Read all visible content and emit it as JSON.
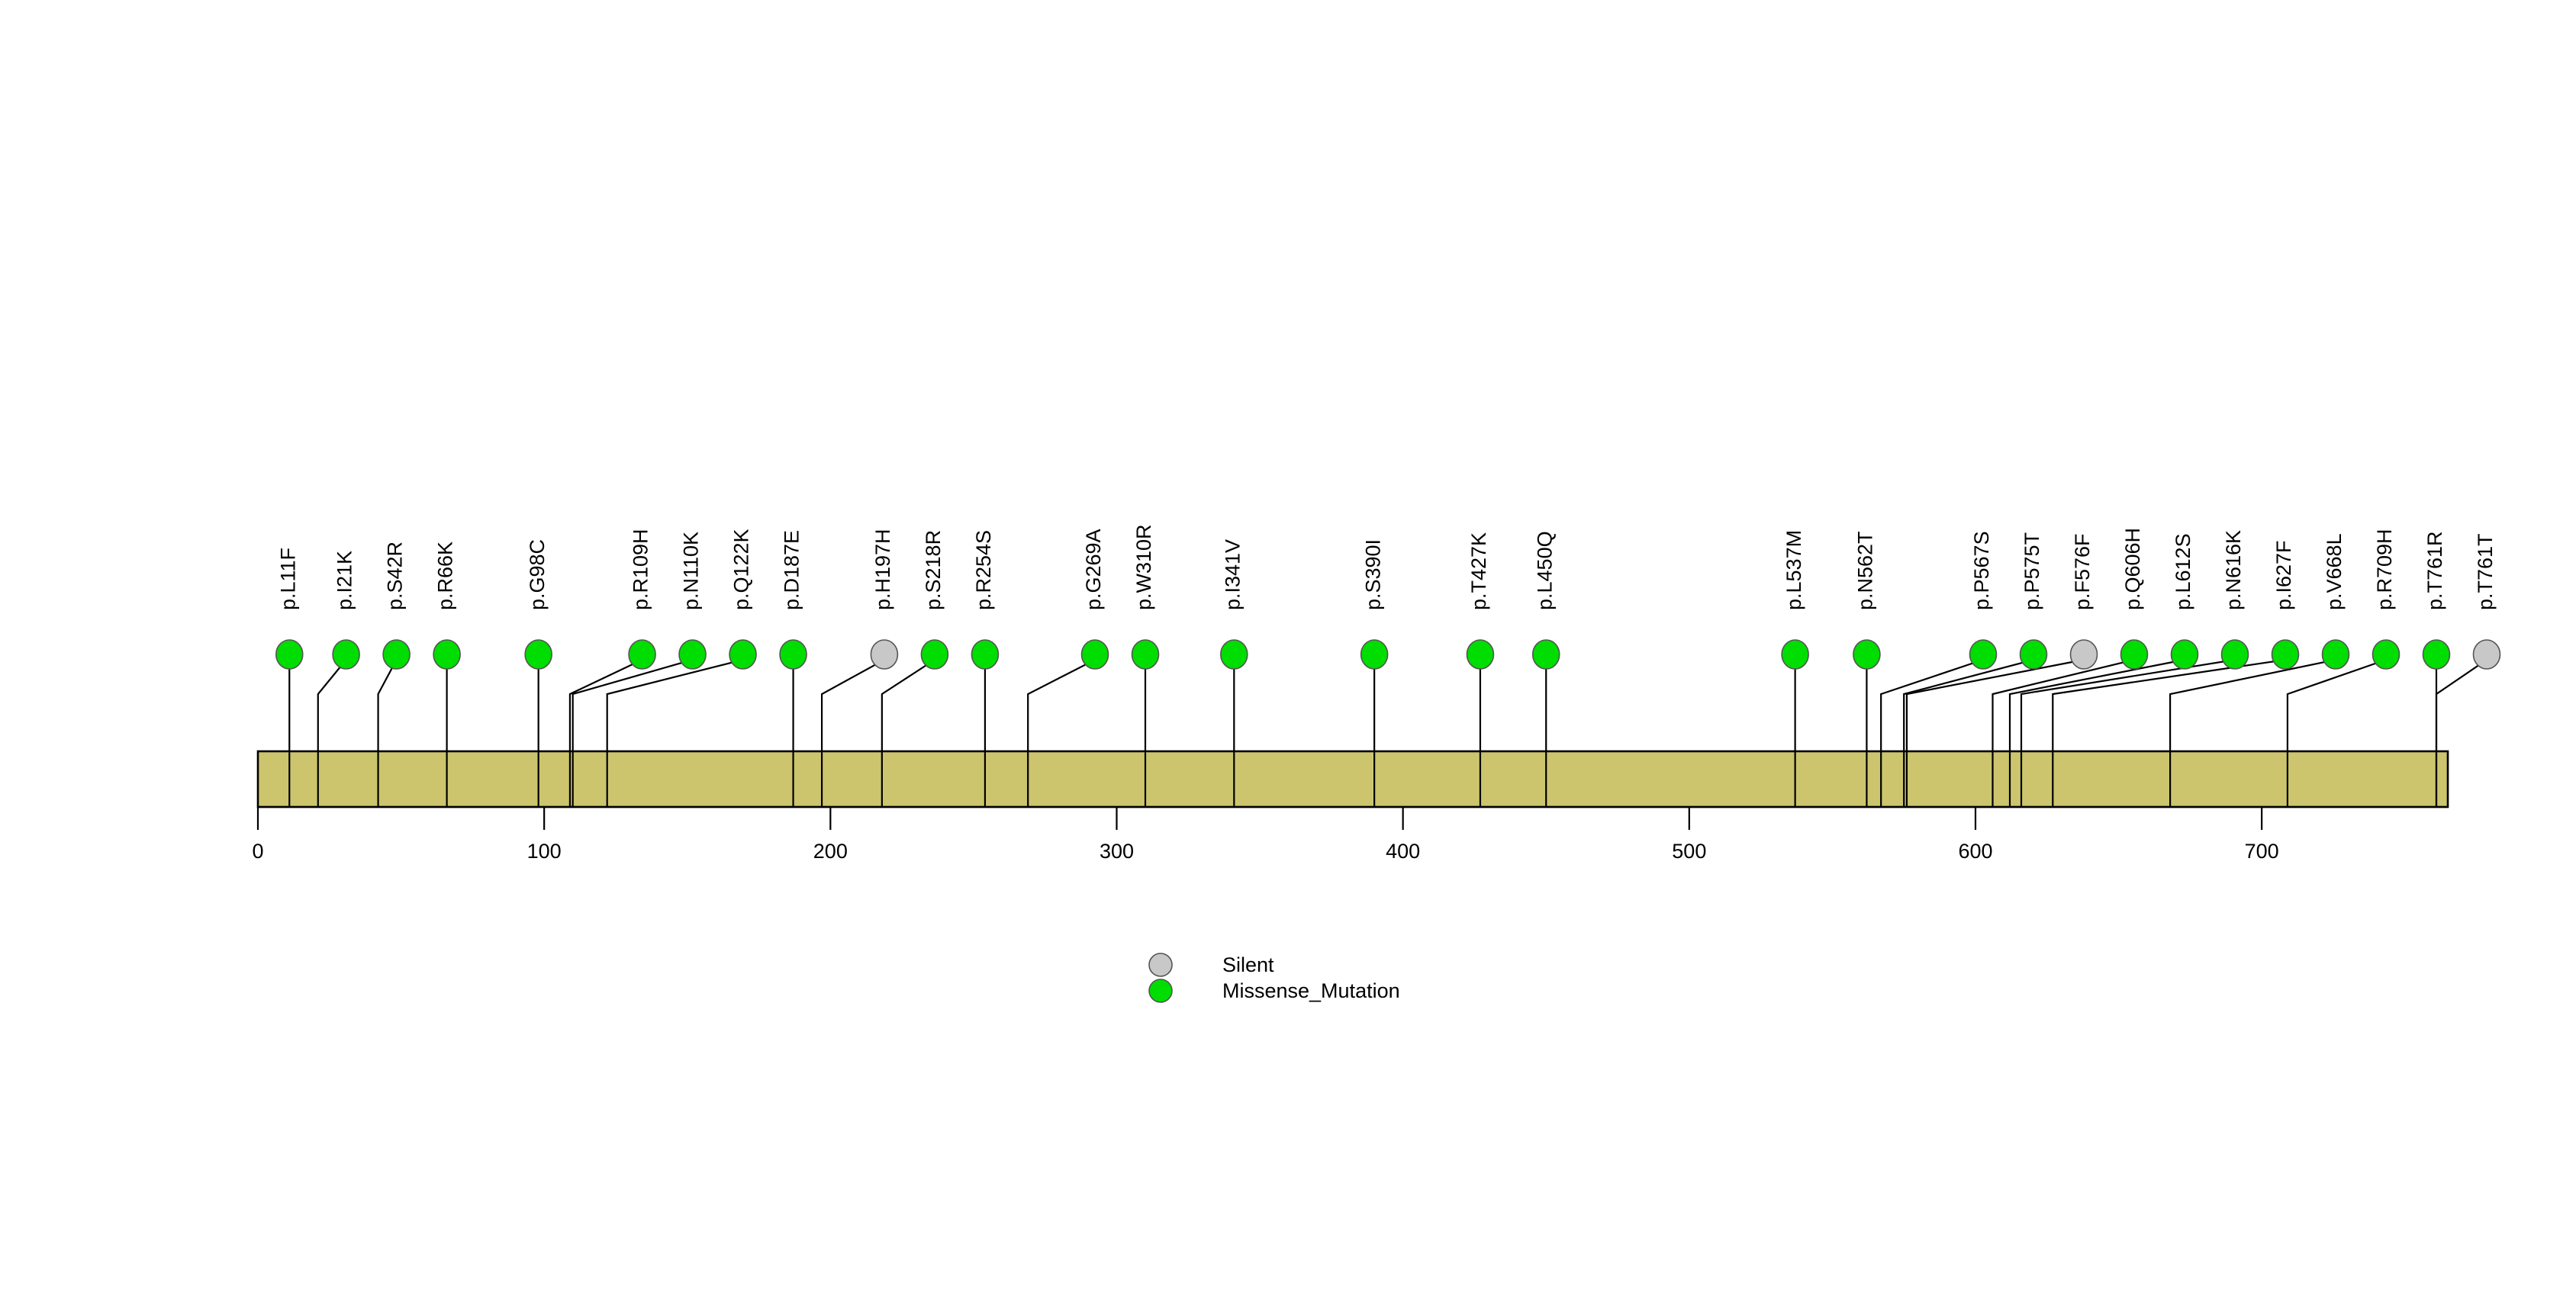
{
  "chart_data": {
    "type": "lollipop",
    "title": "",
    "subtitle": "",
    "xlabel": "",
    "ylabel": "",
    "xlim": [
      0,
      765
    ],
    "grid": false,
    "protein_length": 765,
    "axis": {
      "ticks": [
        0,
        100,
        200,
        300,
        400,
        500,
        600,
        700
      ],
      "tick_labels": [
        "0",
        "100",
        "200",
        "300",
        "400",
        "500",
        "600",
        "700"
      ]
    },
    "domain_bar": {
      "start": 0,
      "end": 765,
      "color": "#CCC56E",
      "border_color": "#000000"
    },
    "legend": {
      "position": "bottom-center",
      "entries": [
        {
          "label": "Silent",
          "color": "#C8C8C8"
        },
        {
          "label": "Missense_Mutation",
          "color": "#00DD00"
        }
      ]
    },
    "categories": [
      "Silent",
      "Missense_Mutation"
    ],
    "colors": {
      "Silent": "#C8C8C8",
      "Missense_Mutation": "#00DD00"
    },
    "mutations": [
      {
        "label": "p.L11F",
        "position": 11,
        "type": "Missense_Mutation",
        "color": "#00DD00",
        "count": 1
      },
      {
        "label": "p.I21K",
        "position": 21,
        "type": "Missense_Mutation",
        "color": "#00DD00",
        "count": 1
      },
      {
        "label": "p.S42R",
        "position": 42,
        "type": "Missense_Mutation",
        "color": "#00DD00",
        "count": 1
      },
      {
        "label": "p.R66K",
        "position": 66,
        "type": "Missense_Mutation",
        "color": "#00DD00",
        "count": 1
      },
      {
        "label": "p.G98C",
        "position": 98,
        "type": "Missense_Mutation",
        "color": "#00DD00",
        "count": 1
      },
      {
        "label": "p.R109H",
        "position": 109,
        "type": "Missense_Mutation",
        "color": "#00DD00",
        "count": 1
      },
      {
        "label": "p.N110K",
        "position": 110,
        "type": "Missense_Mutation",
        "color": "#00DD00",
        "count": 1
      },
      {
        "label": "p.Q122K",
        "position": 122,
        "type": "Missense_Mutation",
        "color": "#00DD00",
        "count": 1
      },
      {
        "label": "p.D187E",
        "position": 187,
        "type": "Missense_Mutation",
        "color": "#00DD00",
        "count": 1
      },
      {
        "label": "p.H197H",
        "position": 197,
        "type": "Silent",
        "color": "#C8C8C8",
        "count": 1
      },
      {
        "label": "p.S218R",
        "position": 218,
        "type": "Missense_Mutation",
        "color": "#00DD00",
        "count": 1
      },
      {
        "label": "p.R254S",
        "position": 254,
        "type": "Missense_Mutation",
        "color": "#00DD00",
        "count": 1
      },
      {
        "label": "p.G269A",
        "position": 269,
        "type": "Missense_Mutation",
        "color": "#00DD00",
        "count": 1
      },
      {
        "label": "p.W310R",
        "position": 310,
        "type": "Missense_Mutation",
        "color": "#00DD00",
        "count": 1
      },
      {
        "label": "p.I341V",
        "position": 341,
        "type": "Missense_Mutation",
        "color": "#00DD00",
        "count": 1
      },
      {
        "label": "p.S390I",
        "position": 390,
        "type": "Missense_Mutation",
        "color": "#00DD00",
        "count": 1
      },
      {
        "label": "p.T427K",
        "position": 427,
        "type": "Missense_Mutation",
        "color": "#00DD00",
        "count": 1
      },
      {
        "label": "p.L450Q",
        "position": 450,
        "type": "Missense_Mutation",
        "color": "#00DD00",
        "count": 1
      },
      {
        "label": "p.L537M",
        "position": 537,
        "type": "Missense_Mutation",
        "color": "#00DD00",
        "count": 1
      },
      {
        "label": "p.N562T",
        "position": 562,
        "type": "Missense_Mutation",
        "color": "#00DD00",
        "count": 1
      },
      {
        "label": "p.P567S",
        "position": 567,
        "type": "Missense_Mutation",
        "color": "#00DD00",
        "count": 1
      },
      {
        "label": "p.P575T",
        "position": 575,
        "type": "Missense_Mutation",
        "color": "#00DD00",
        "count": 1
      },
      {
        "label": "p.F576F",
        "position": 576,
        "type": "Silent",
        "color": "#C8C8C8",
        "count": 1
      },
      {
        "label": "p.Q606H",
        "position": 606,
        "type": "Missense_Mutation",
        "color": "#00DD00",
        "count": 1
      },
      {
        "label": "p.L612S",
        "position": 612,
        "type": "Missense_Mutation",
        "color": "#00DD00",
        "count": 1
      },
      {
        "label": "p.N616K",
        "position": 616,
        "type": "Missense_Mutation",
        "color": "#00DD00",
        "count": 1
      },
      {
        "label": "p.I627F",
        "position": 627,
        "type": "Missense_Mutation",
        "color": "#00DD00",
        "count": 1
      },
      {
        "label": "p.V668L",
        "position": 668,
        "type": "Missense_Mutation",
        "color": "#00DD00",
        "count": 1
      },
      {
        "label": "p.R709H",
        "position": 709,
        "type": "Missense_Mutation",
        "color": "#00DD00",
        "count": 1
      },
      {
        "label": "p.T761R",
        "position": 761,
        "type": "Missense_Mutation",
        "color": "#00DD00",
        "count": 1
      },
      {
        "label": "p.T761T",
        "position": 761,
        "type": "Silent",
        "color": "#C8C8C8",
        "count": 1
      }
    ]
  },
  "layout": {
    "bar_x0": 338,
    "bar_x1": 3208,
    "bar_y0": 985,
    "bar_y1": 1058,
    "marker_cy": 858,
    "marker_r": 17.5,
    "label_baseline_y": 800,
    "axis_tick_y0": 1058,
    "axis_tick_y1": 1088,
    "axis_label_y": 1125,
    "legend_x_marker": 1521,
    "legend_x_text": 1602,
    "legend_y_first": 1265,
    "legend_row_gap": 34
  }
}
